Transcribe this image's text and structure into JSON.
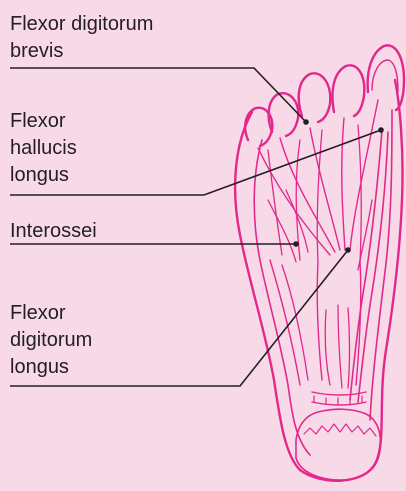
{
  "labels": {
    "flexor_digitorum_brevis": "Flexor digitorum\nbrevis",
    "flexor_hallucis_longus": "Flexor\nhallucis\nlongus",
    "interossei": "Interossei",
    "flexor_digitorum_longus": "Flexor\ndigitorum\nlongus"
  },
  "colors": {
    "background": "#f8d9e8",
    "foot_outline": "#e3288c",
    "leader_line": "#231f20",
    "text": "#231f20"
  }
}
